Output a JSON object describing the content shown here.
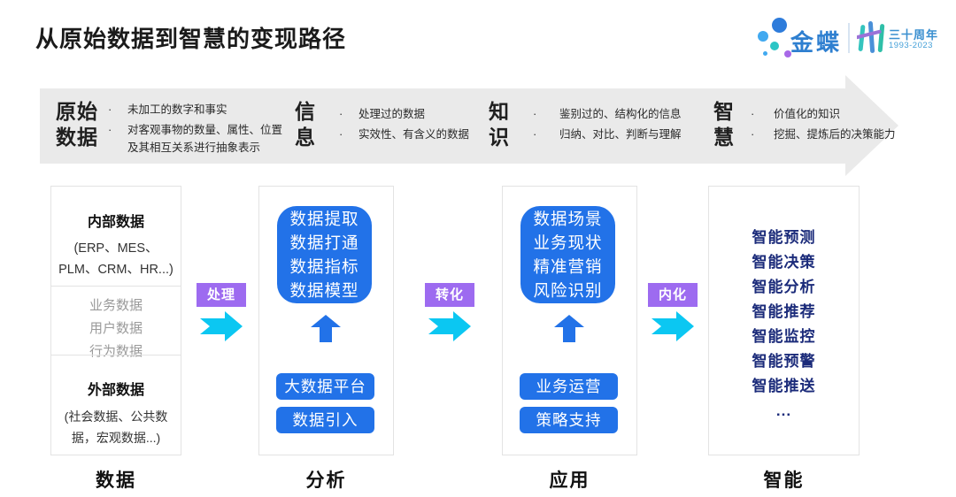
{
  "page": {
    "title": "从原始数据到智慧的变现路径"
  },
  "logo": {
    "brand": "金蝶",
    "anniversary": "三十周年",
    "years": "1993-2023"
  },
  "banner": {
    "stages": [
      {
        "label": "原始数据",
        "bullets": [
          "未加工的数字和事实",
          "对客观事物的数量、属性、位置及其相互关系进行抽象表示"
        ]
      },
      {
        "label": "信息",
        "bullets": [
          "处理过的数据",
          "实效性、有含义的数据"
        ]
      },
      {
        "label": "知识",
        "bullets": [
          "鉴别过的、结构化的信息",
          "归纳、对比、判断与理解"
        ]
      },
      {
        "label": "智慧",
        "bullets": [
          "价值化的知识",
          "挖掘、提炼后的决策能力"
        ]
      }
    ]
  },
  "flow": {
    "connectors": [
      {
        "label": "处理"
      },
      {
        "label": "转化"
      },
      {
        "label": "内化"
      }
    ],
    "columns": [
      {
        "footer": "数据",
        "section1": {
          "title": "内部数据",
          "detail": "(ERP、MES、PLM、CRM、HR...)"
        },
        "section2": {
          "items": [
            "业务数据",
            "用户数据",
            "行为数据"
          ]
        },
        "section3": {
          "title": "外部数据",
          "detail": "(社会数据、公共数据，宏观数据...)"
        }
      },
      {
        "footer": "分析",
        "main_lines": [
          "数据提取",
          "数据打通",
          "数据指标",
          "数据模型"
        ],
        "buttons": [
          "大数据平台",
          "数据引入"
        ]
      },
      {
        "footer": "应用",
        "main_lines": [
          "数据场景",
          "业务现状",
          "精准营销",
          "风险识别"
        ],
        "buttons": [
          "业务运营",
          "策略支持"
        ]
      },
      {
        "footer": "智能",
        "items": [
          "智能预测",
          "智能决策",
          "智能分析",
          "智能推荐",
          "智能监控",
          "智能预警",
          "智能推送",
          "..."
        ]
      }
    ]
  },
  "colors": {
    "accent_blue": "#2272e8",
    "navy_text": "#1b2b7a",
    "connector_purple": "#9d6bf0",
    "flow_arrow_cyan": "#0bc7f2",
    "banner_gray": "#eaeaea",
    "brand_blue": "#2e7fd0"
  }
}
